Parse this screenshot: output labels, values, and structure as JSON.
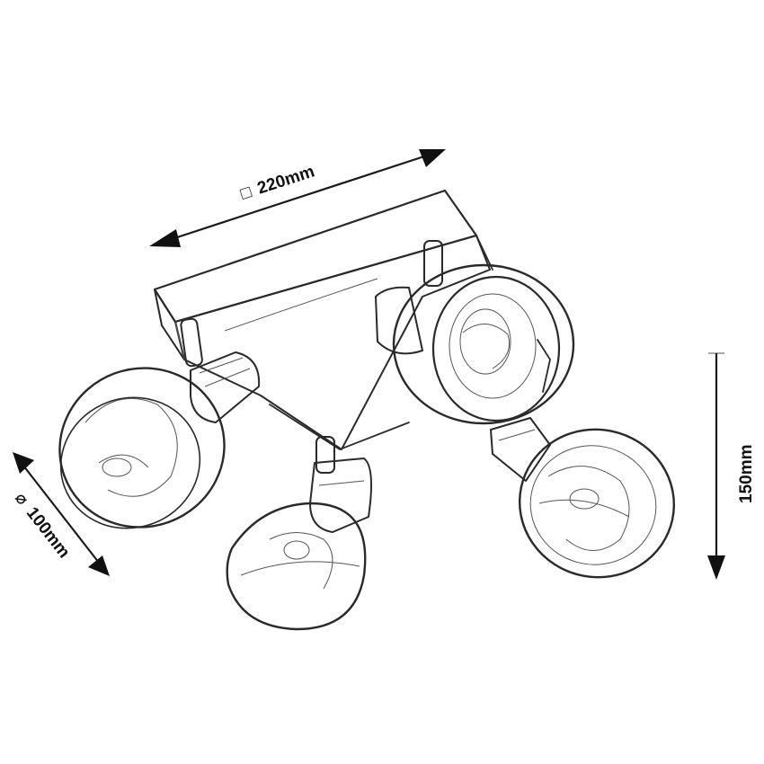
{
  "dimensions": {
    "width": {
      "symbol": "□",
      "value": "220mm"
    },
    "diameter": {
      "symbol": "⌀",
      "value": "100mm"
    },
    "height": {
      "value": "150mm"
    }
  },
  "colors": {
    "line": "#2a2a2a",
    "dimension": "#111111",
    "background": "#ffffff"
  }
}
